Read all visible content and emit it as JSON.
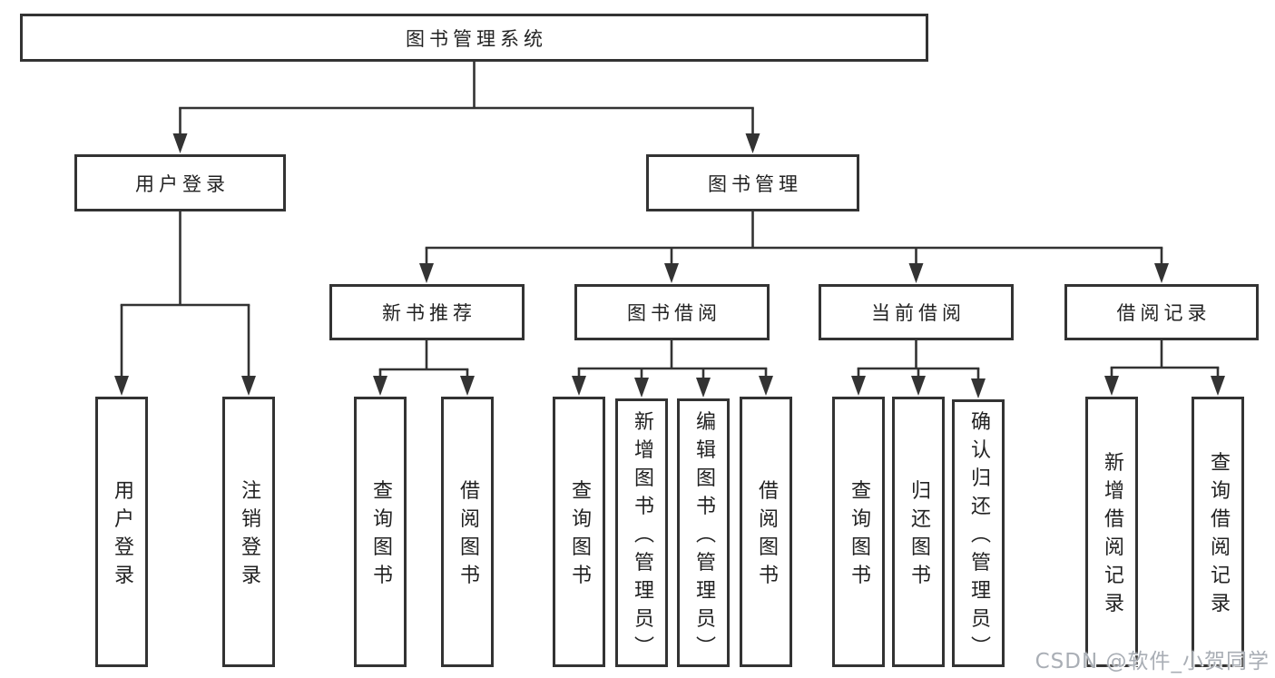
{
  "diagram": {
    "root": {
      "label": "图书管理系统"
    },
    "branches": [
      {
        "label": "用户登录",
        "children": [
          "用户登录",
          "注销登录"
        ]
      },
      {
        "label": "图书管理",
        "sections": [
          {
            "label": "新书推荐",
            "children": [
              "查询图书",
              "借阅图书"
            ]
          },
          {
            "label": "图书借阅",
            "children": [
              "查询图书",
              "新增图书（管理员）",
              "编辑图书（管理员）",
              "借阅图书"
            ]
          },
          {
            "label": "当前借阅",
            "children": [
              "查询图书",
              "归还图书",
              "确认归还（管理员）"
            ]
          },
          {
            "label": "借阅记录",
            "children": [
              "新增借阅记录",
              "查询借阅记录"
            ]
          }
        ]
      }
    ],
    "watermark": "CSDN @软件_小贺同学",
    "colors": {
      "line": "#333333",
      "text": "#222222",
      "background": "#ffffff",
      "watermark": "#a9aeb5"
    }
  }
}
